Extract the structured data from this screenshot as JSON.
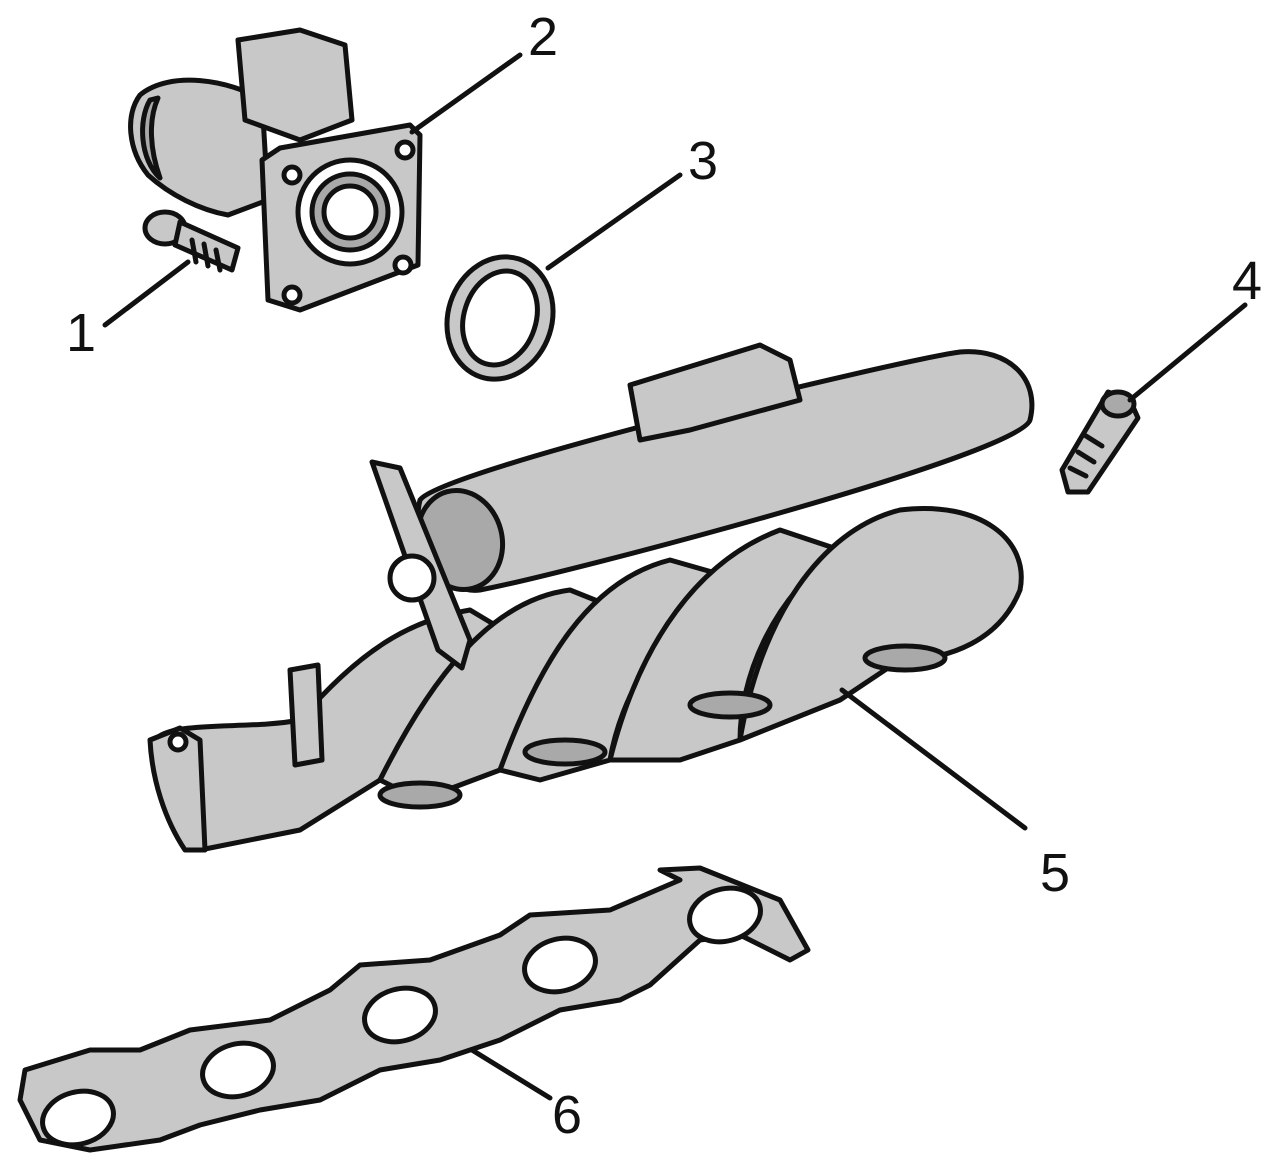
{
  "callouts": [
    {
      "id": "1",
      "label": "1"
    },
    {
      "id": "2",
      "label": "2"
    },
    {
      "id": "3",
      "label": "3"
    },
    {
      "id": "4",
      "label": "4"
    },
    {
      "id": "5",
      "label": "5"
    },
    {
      "id": "6",
      "label": "6"
    }
  ],
  "colors": {
    "part_fill": "#c8c8c8",
    "line": "#111111",
    "background": "#ffffff"
  }
}
